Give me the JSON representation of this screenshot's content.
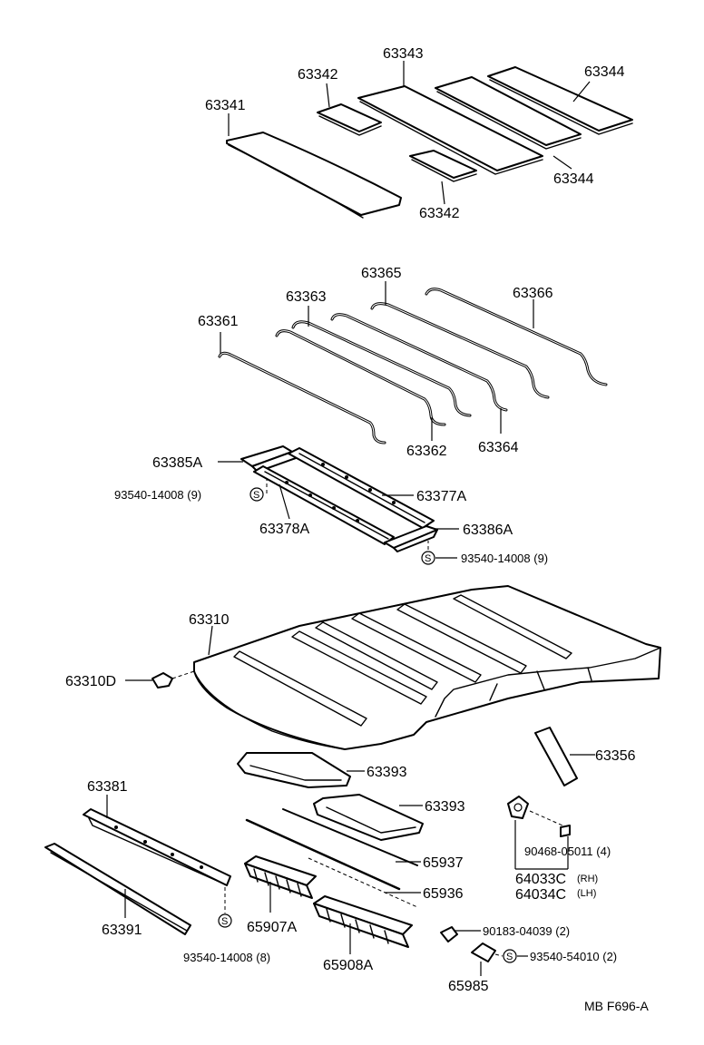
{
  "labels": {
    "p63341": "63341",
    "p63342a": "63342",
    "p63343": "63343",
    "p63344a": "63344",
    "p63344b": "63344",
    "p63342b": "63342",
    "p63365": "63365",
    "p63366": "63366",
    "p63363": "63363",
    "p63361": "63361",
    "p63362": "63362",
    "p63364": "63364",
    "p63385A": "63385A",
    "p93540_9a": "93540-14008 (9)",
    "p63377A": "63377A",
    "p63378A": "63378A",
    "p63386A": "63386A",
    "p93540_9b": "93540-14008 (9)",
    "p63310": "63310",
    "p63310D": "63310D",
    "p63356": "63356",
    "p63393a": "63393",
    "p63393b": "63393",
    "p63381": "63381",
    "p90468": "90468-05011 (4)",
    "p64033C": "64033C",
    "p64033C_side": "(RH)",
    "p64034C": "64034C",
    "p64034C_side": "(LH)",
    "p65937": "65937",
    "p65936": "65936",
    "p65907A": "65907A",
    "p63391": "63391",
    "p93540_8": "93540-14008 (8)",
    "p90183": "90183-04039 (2)",
    "p65908A": "65908A",
    "p93540_54010": "93540-54010 (2)",
    "p65985": "65985",
    "s_symbol": "S",
    "code": "MB  F696-A"
  }
}
